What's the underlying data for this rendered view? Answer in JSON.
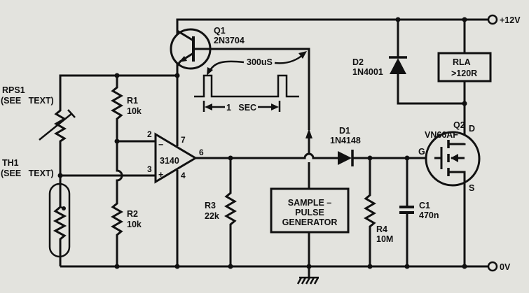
{
  "diagram": {
    "rails": {
      "positive": "+12V",
      "ground": "0V"
    },
    "components": {
      "q1": {
        "ref": "Q1",
        "part": "2N3704"
      },
      "q2": {
        "ref": "Q2",
        "part": "VN66AF",
        "drain": "D",
        "gate": "G",
        "source": "S"
      },
      "d1": {
        "ref": "D1",
        "part": "1N4148"
      },
      "d2": {
        "ref": "D2",
        "part": "1N4001"
      },
      "rla": {
        "ref": "RLA",
        "value": ">120R"
      },
      "rps1": {
        "ref": "RPS1",
        "note": "(SEE   TEXT)"
      },
      "th1": {
        "ref": "TH1",
        "note": "(SEE   TEXT)"
      },
      "r1": {
        "ref": "R1",
        "value": "10k"
      },
      "r2": {
        "ref": "R2",
        "value": "10k"
      },
      "r3": {
        "ref": "R3",
        "value": "22k"
      },
      "r4": {
        "ref": "R4",
        "value": "10M"
      },
      "c1": {
        "ref": "C1",
        "value": "470n"
      },
      "opamp": {
        "part": "3140",
        "pin_inv": "2",
        "pin_noninv": "3",
        "pin_vplus": "7",
        "pin_vminus": "4",
        "pin_out": "6",
        "sign_minus": "−",
        "sign_plus": "+"
      },
      "generator": {
        "line1": "SAMPLE –",
        "line2": "PULSE",
        "line3": "GENERATOR"
      }
    },
    "waveform": {
      "pulse_width": "300uS",
      "period": "1   SEC"
    }
  }
}
